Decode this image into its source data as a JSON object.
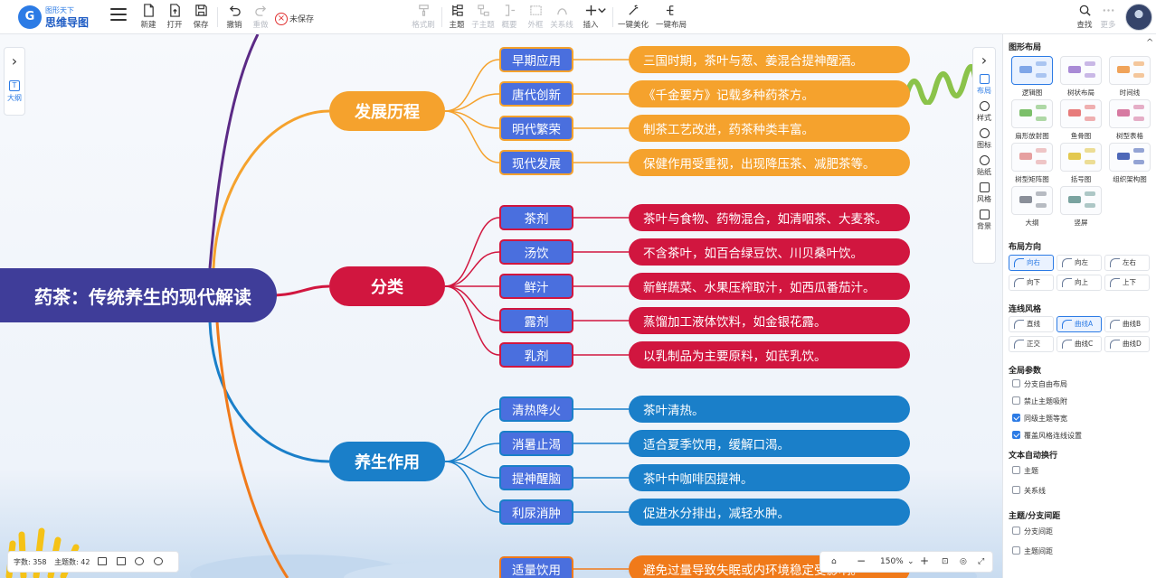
{
  "toolbar": {
    "logo_mark": "G",
    "logo_sub": "图形天下",
    "logo_main": "思维导图",
    "new": "新建",
    "open": "打开",
    "save": "保存",
    "undo": "撤销",
    "redo": "重做",
    "unsaved": "未保存",
    "format_brush": "格式刷",
    "topic": "主题",
    "subtopic": "子主题",
    "summary": "概要",
    "frame": "外框",
    "relation": "关系线",
    "insert": "插入",
    "beautify": "一键美化",
    "auto_layout": "一键布局",
    "find": "查找",
    "more": "更多"
  },
  "canvas": {
    "outline_label": "大纲",
    "outline_box": "T",
    "root": "药茶：传统养生的现代解读",
    "branches": [
      {
        "title": "发展历程",
        "color": "#f5a22d",
        "subs": [
          {
            "label": "早期应用",
            "leaf": "三国时期，茶叶与葱、姜混合提神醒酒。"
          },
          {
            "label": "唐代创新",
            "leaf": "《千金要方》记载多种药茶方。"
          },
          {
            "label": "明代繁荣",
            "leaf": "制茶工艺改进，药茶种类丰富。"
          },
          {
            "label": "现代发展",
            "leaf": "保健作用受重视，出现降压茶、减肥茶等。"
          }
        ]
      },
      {
        "title": "分类",
        "color": "#d1163f",
        "subs": [
          {
            "label": "茶剂",
            "leaf": "茶叶与食物、药物混合，如清咽茶、大麦茶。"
          },
          {
            "label": "汤饮",
            "leaf": "不含茶叶，如百合绿豆饮、川贝桑叶饮。"
          },
          {
            "label": "鲜汁",
            "leaf": "新鲜蔬菜、水果压榨取汁，如西瓜番茄汁。"
          },
          {
            "label": "露剂",
            "leaf": "蒸馏加工液体饮料，如金银花露。"
          },
          {
            "label": "乳剂",
            "leaf": "以乳制品为主要原料，如芪乳饮。"
          }
        ]
      },
      {
        "title": "养生作用",
        "color": "#1a7fc9",
        "subs": [
          {
            "label": "清热降火",
            "leaf": "茶叶清热。"
          },
          {
            "label": "消暑止渴",
            "leaf": "适合夏季饮用，缓解口渴。"
          },
          {
            "label": "提神醒脑",
            "leaf": "茶叶中咖啡因提神。"
          },
          {
            "label": "利尿消肿",
            "leaf": "促进水分排出，减轻水肿。"
          }
        ]
      },
      {
        "title": "",
        "color": "#f07a1a",
        "subs": [
          {
            "label": "适量饮用",
            "leaf": "避免过量导致失眠或内环境稳定受影响。"
          }
        ]
      }
    ]
  },
  "status": {
    "words_label": "字数: 358",
    "topics_label": "主题数: 42"
  },
  "zoom": {
    "minus": "−",
    "level": "150%",
    "plus": "+"
  },
  "right_rail": {
    "items": [
      "布局",
      "样式",
      "图标",
      "贴纸",
      "风格",
      "背景"
    ]
  },
  "panel": {
    "layout_title": "图形布局",
    "layouts": [
      "逻辑图",
      "树状布局",
      "时间线",
      "扇形放射图",
      "鱼骨图",
      "树型表格",
      "树型矩阵图",
      "括号图",
      "组织架构图",
      "大纲",
      "竖屏"
    ],
    "direction_title": "布局方向",
    "directions": [
      "向右",
      "向左",
      "左右",
      "向下",
      "向上",
      "上下"
    ],
    "line_title": "连线风格",
    "lines": [
      "直线",
      "曲线A",
      "曲线B",
      "正交",
      "曲线C",
      "曲线D"
    ],
    "global_title": "全局参数",
    "global_opts": [
      {
        "label": "分支自由布局",
        "checked": false
      },
      {
        "label": "禁止主题吸附",
        "checked": false
      },
      {
        "label": "同级主题等宽",
        "checked": true
      },
      {
        "label": "覆盖风格连线设置",
        "checked": true
      }
    ],
    "wrap_title": "文本自动换行",
    "wrap_opts": [
      {
        "label": "主题",
        "checked": false
      },
      {
        "label": "关系线",
        "checked": false
      }
    ],
    "spacing_title": "主题/分支间距",
    "spacing_opts": [
      {
        "label": "分支间距",
        "checked": false
      },
      {
        "label": "主题间距",
        "checked": false
      }
    ],
    "close": "^"
  }
}
